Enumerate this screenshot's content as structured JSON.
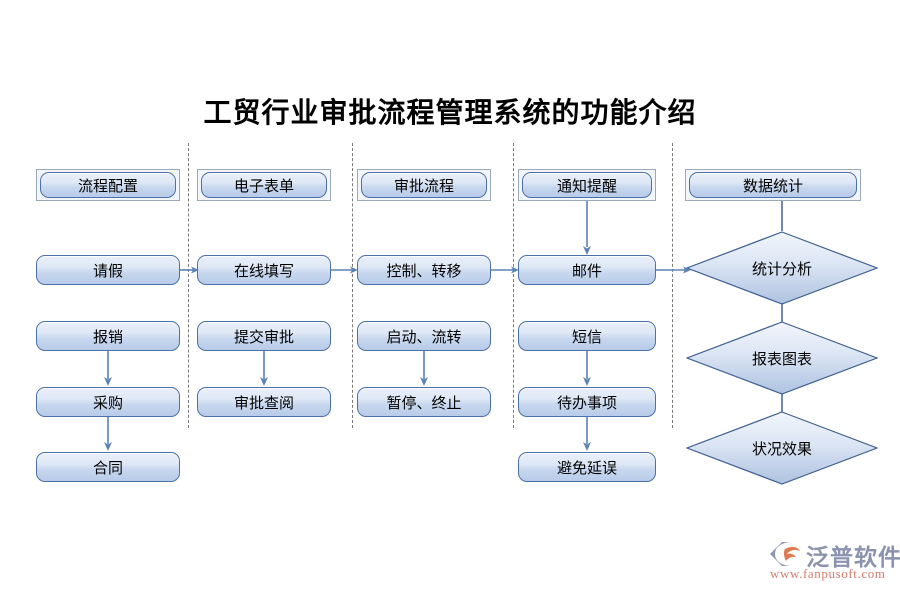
{
  "page": {
    "title": "工贸行业审批流程管理系统的功能介绍",
    "background": "#ffffff",
    "accent": "#4a72a8",
    "fill_top": "#eaf0f9",
    "fill_bottom": "#b8cbe8"
  },
  "columns": [
    {
      "id": "process-config",
      "header": "流程配置",
      "nodes": [
        "请假",
        "报销",
        "采购",
        "合同"
      ]
    },
    {
      "id": "electronic-form",
      "header": "电子表单",
      "nodes": [
        "在线填写",
        "提交审批",
        "审批查阅"
      ]
    },
    {
      "id": "approval-flow",
      "header": "审批流程",
      "nodes": [
        "控制、转移",
        "启动、流转",
        "暂停、终止"
      ]
    },
    {
      "id": "notification",
      "header": "通知提醒",
      "nodes": [
        "邮件",
        "短信",
        "待办事项",
        "避免延误"
      ]
    },
    {
      "id": "data-statistics",
      "header": "数据统计",
      "nodes": [
        "统计分析",
        "报表图表",
        "状况效果"
      ]
    }
  ],
  "logo": {
    "name": "泛普软件",
    "url": "www.fanpusoft.com",
    "text_color": "#8b93ae",
    "url_color": "#d47b6c"
  }
}
